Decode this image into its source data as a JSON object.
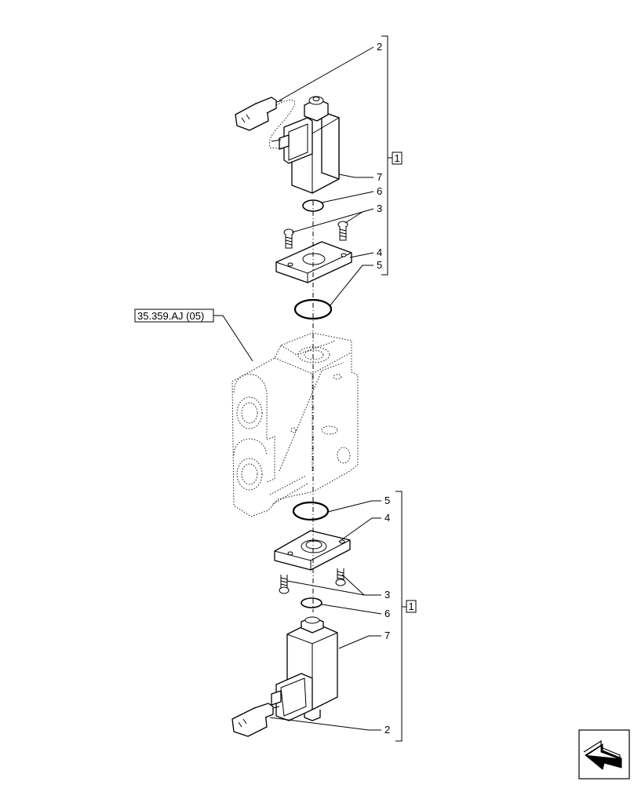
{
  "reference_label": "35.359.AJ (05)",
  "group_label_top": "1",
  "group_label_bottom": "1",
  "callouts_top": {
    "solenoid_connector": "2",
    "solenoid_coil": "7",
    "small_oring": "6",
    "screws": "3",
    "flange_plate": "4",
    "large_oring": "5"
  },
  "callouts_bottom": {
    "large_oring": "5",
    "flange_plate": "4",
    "screws": "3",
    "small_oring": "6",
    "solenoid_coil": "7",
    "solenoid_connector": "2"
  },
  "icons": {
    "navigation": "arrow-next-icon"
  }
}
